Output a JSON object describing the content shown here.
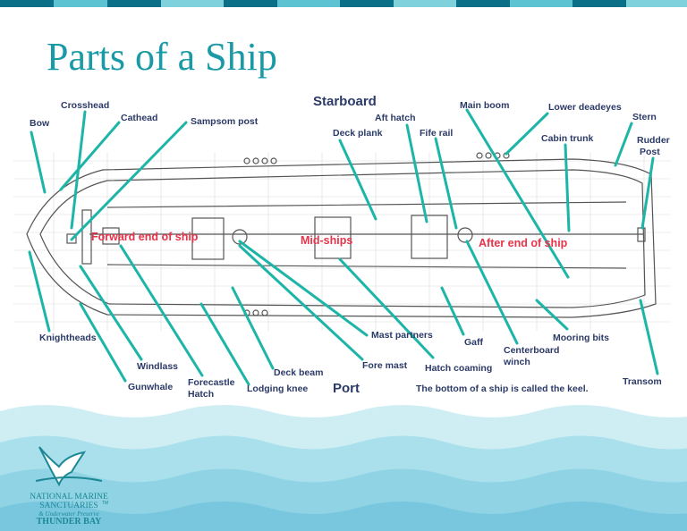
{
  "slide": {
    "title": "Parts of a Ship",
    "top_bar_colors": [
      "#0b6f87",
      "#5cc3d3",
      "#0b6f87",
      "#7fd1dc"
    ]
  },
  "diagram": {
    "side_labels": {
      "starboard": "Starboard",
      "port": "Port"
    },
    "section_labels": {
      "forward": "Forward end of ship",
      "mid": "Mid-ships",
      "after": "After end of ship"
    },
    "parts": {
      "bow": "Bow",
      "crosshead": "Crosshead",
      "cathead": "Cathead",
      "sampson_post": "Sampsom post",
      "deck_plank": "Deck plank",
      "aft_hatch": "Aft hatch",
      "fife_rail": "Fife rail",
      "main_boom": "Main boom",
      "lower_deadeyes": "Lower deadeyes",
      "stern": "Stern",
      "cabin_trunk": "Cabin trunk",
      "rudder_post": [
        "Rudder",
        "Post"
      ],
      "knightheads": "Knightheads",
      "windlass": "Windlass",
      "gunwhale": "Gunwhale",
      "forecastle_hatch": [
        "Forecastle",
        "Hatch"
      ],
      "lodging_knee": "Lodging knee",
      "deck_beam": "Deck beam",
      "mast_partners": "Mast partners",
      "fore_mast": "Fore mast",
      "gaff": "Gaff",
      "hatch_coaming": "Hatch coaming",
      "centerboard_winch": [
        "Centerboard",
        "winch"
      ],
      "mooring_bits": "Mooring bits",
      "transom": "Transom"
    },
    "keel_note": "The bottom of  a ship is called the keel.",
    "colors": {
      "label": "#2b3a67",
      "leader": "#1cb5a8",
      "section": "#e8334a",
      "title": "#1a9aa6"
    }
  },
  "footer": {
    "logo_lines": [
      "NATIONAL MARINE",
      "SANCTUARIES",
      "& Underwater Preserve",
      "THUNDER BAY"
    ],
    "tm": "TM",
    "wave_colors": [
      "#cfeef4",
      "#9bd9e8",
      "#6cc2dc"
    ]
  }
}
